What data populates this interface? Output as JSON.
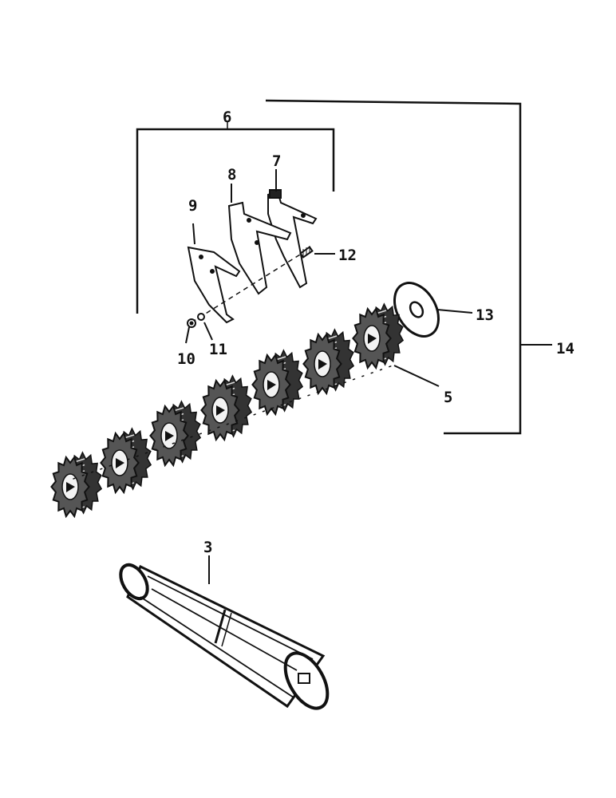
{
  "diagram": {
    "callouts": {
      "c3": "3",
      "c5": "5",
      "c6": "6",
      "c7": "7",
      "c8": "8",
      "c9": "9",
      "c10": "10",
      "c11": "11",
      "c12": "12",
      "c13": "13",
      "c14": "14"
    },
    "ink_color": "#111111",
    "paper_color": "#ffffff"
  }
}
